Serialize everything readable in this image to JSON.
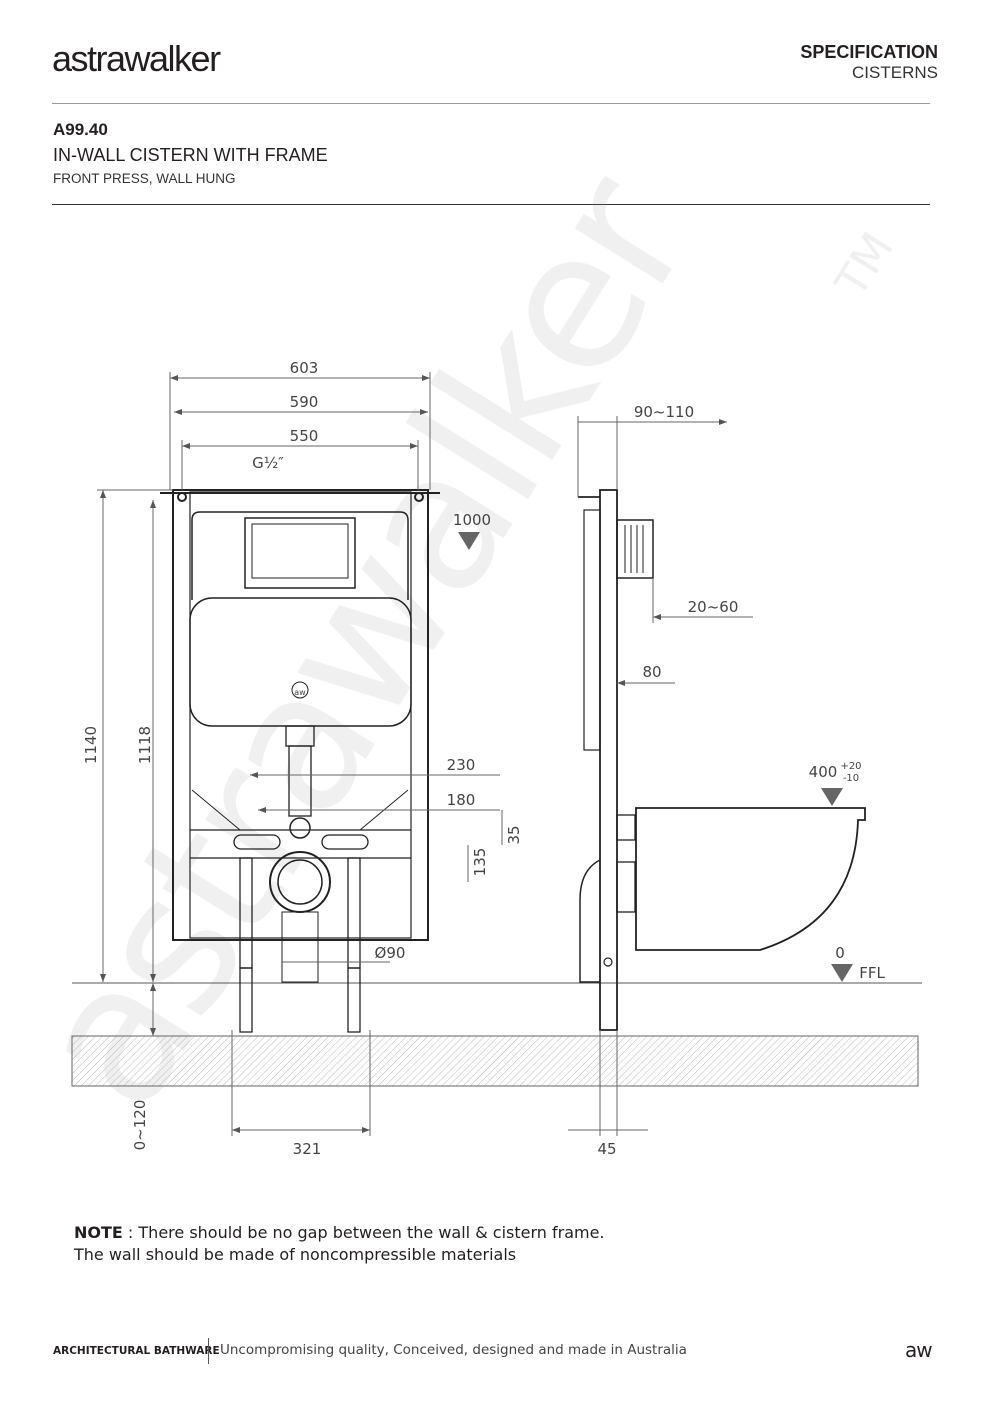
{
  "header": {
    "brand": "astrawalker",
    "section": "SPECIFICATION",
    "category": "CISTERNS"
  },
  "product": {
    "code": "A99.40",
    "title": "IN-WALL CISTERN WITH FRAME",
    "subtitle": "FRONT PRESS, WALL HUNG"
  },
  "drawing": {
    "watermark": "astrawalker",
    "trademark": "TM",
    "front": {
      "width_outer": "603",
      "width_frame": "590",
      "width_inner": "550",
      "inlet": "G½″",
      "inlet_height": "1000",
      "height_total": "1140",
      "height_frame": "1118",
      "bolt_spacing_outer": "230",
      "bolt_spacing_inner": "180",
      "bolt_offset": "35",
      "outlet_height": "135",
      "outlet_diameter": "Ø90",
      "leg_adjust": "0~120",
      "leg_spacing": "321",
      "cistern_logo": "aw"
    },
    "side": {
      "depth": "90~110",
      "button_projection": "20~60",
      "frame_depth": "80",
      "foot_width": "45",
      "pan_height": "400",
      "pan_tol_plus": "+20",
      "pan_tol_minus": "-10",
      "floor_level": "0",
      "floor_label": "FFL"
    }
  },
  "note": {
    "label": "NOTE",
    "line1": " : There should be no gap between the wall & cistern frame.",
    "line2": "The wall should be made of noncompressible materials"
  },
  "footer": {
    "left": "ARCHITECTURAL BATHWARE",
    "tagline": "Uncompromising quality, Conceived, designed and made in Australia",
    "mark": "aw"
  }
}
